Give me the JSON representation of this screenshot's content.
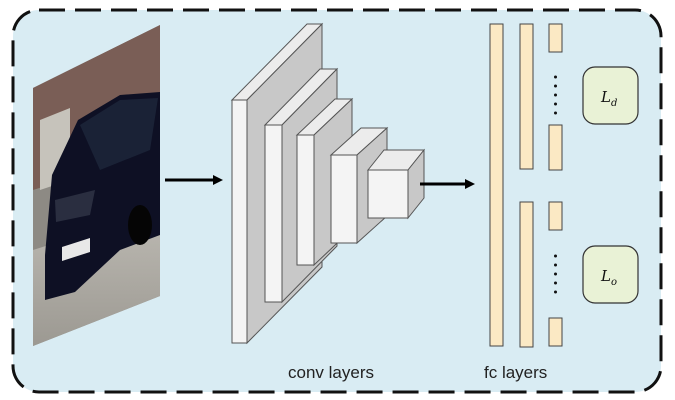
{
  "labels": {
    "conv": "conv layers",
    "fc": "fc layers"
  },
  "losses": [
    {
      "symbol": "L",
      "subscript": "d"
    },
    {
      "symbol": "L",
      "subscript": "o"
    }
  ],
  "input_image": {
    "subject": "dark hatchback car, front view",
    "icon": "car-photo"
  },
  "colors": {
    "frame_fill": "#d9ecf3",
    "frame_stroke": "#111111",
    "block_front": "#f4f4f4",
    "block_side": "#c8c8c8",
    "fc_bar": "#fbe9c4",
    "loss_box": "#e9f2d6"
  }
}
